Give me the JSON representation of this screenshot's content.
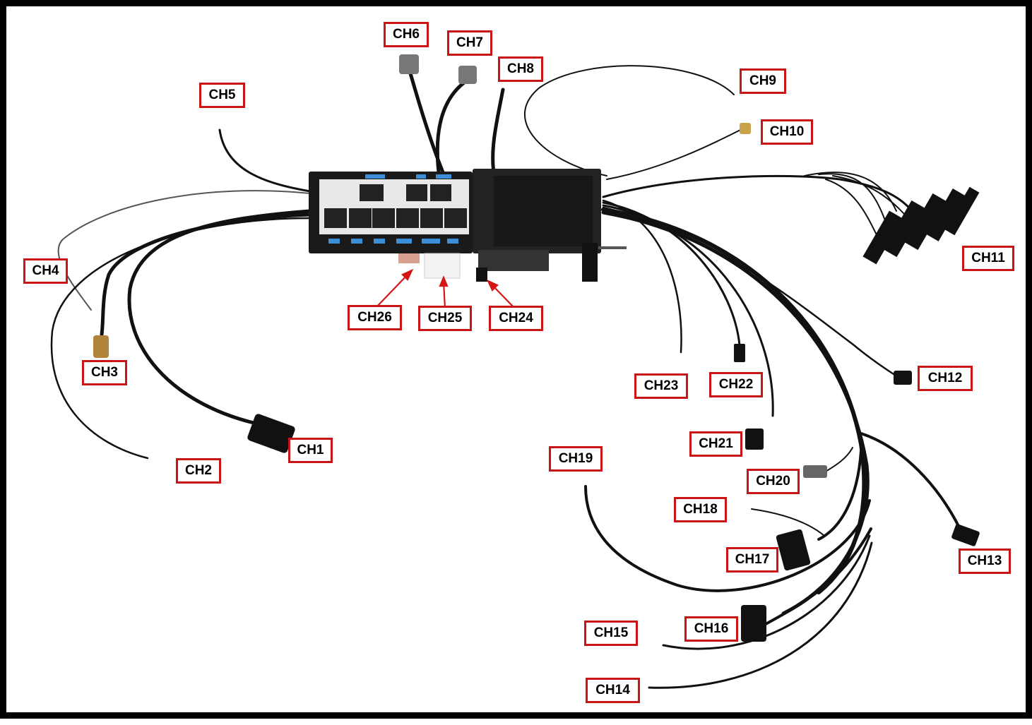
{
  "labels": {
    "ch1": "CH1",
    "ch2": "CH2",
    "ch3": "CH3",
    "ch4": "CH4",
    "ch5": "CH5",
    "ch6": "CH6",
    "ch7": "CH7",
    "ch8": "CH8",
    "ch9": "CH9",
    "ch10": "CH10",
    "ch11": "CH11",
    "ch12": "CH12",
    "ch13": "CH13",
    "ch14": "CH14",
    "ch15": "CH15",
    "ch16": "CH16",
    "ch17": "CH17",
    "ch18": "CH18",
    "ch19": "CH19",
    "ch20": "CH20",
    "ch21": "CH21",
    "ch22": "CH22",
    "ch23": "CH23",
    "ch24": "CH24",
    "ch25": "CH25",
    "ch26": "CH26"
  },
  "colors": {
    "frame": "#000000",
    "label_border": "#c81616",
    "wire": "#111111",
    "module": "#1a1a1a",
    "relay": "#2a2a2a",
    "leds": "#3b8fd8"
  }
}
